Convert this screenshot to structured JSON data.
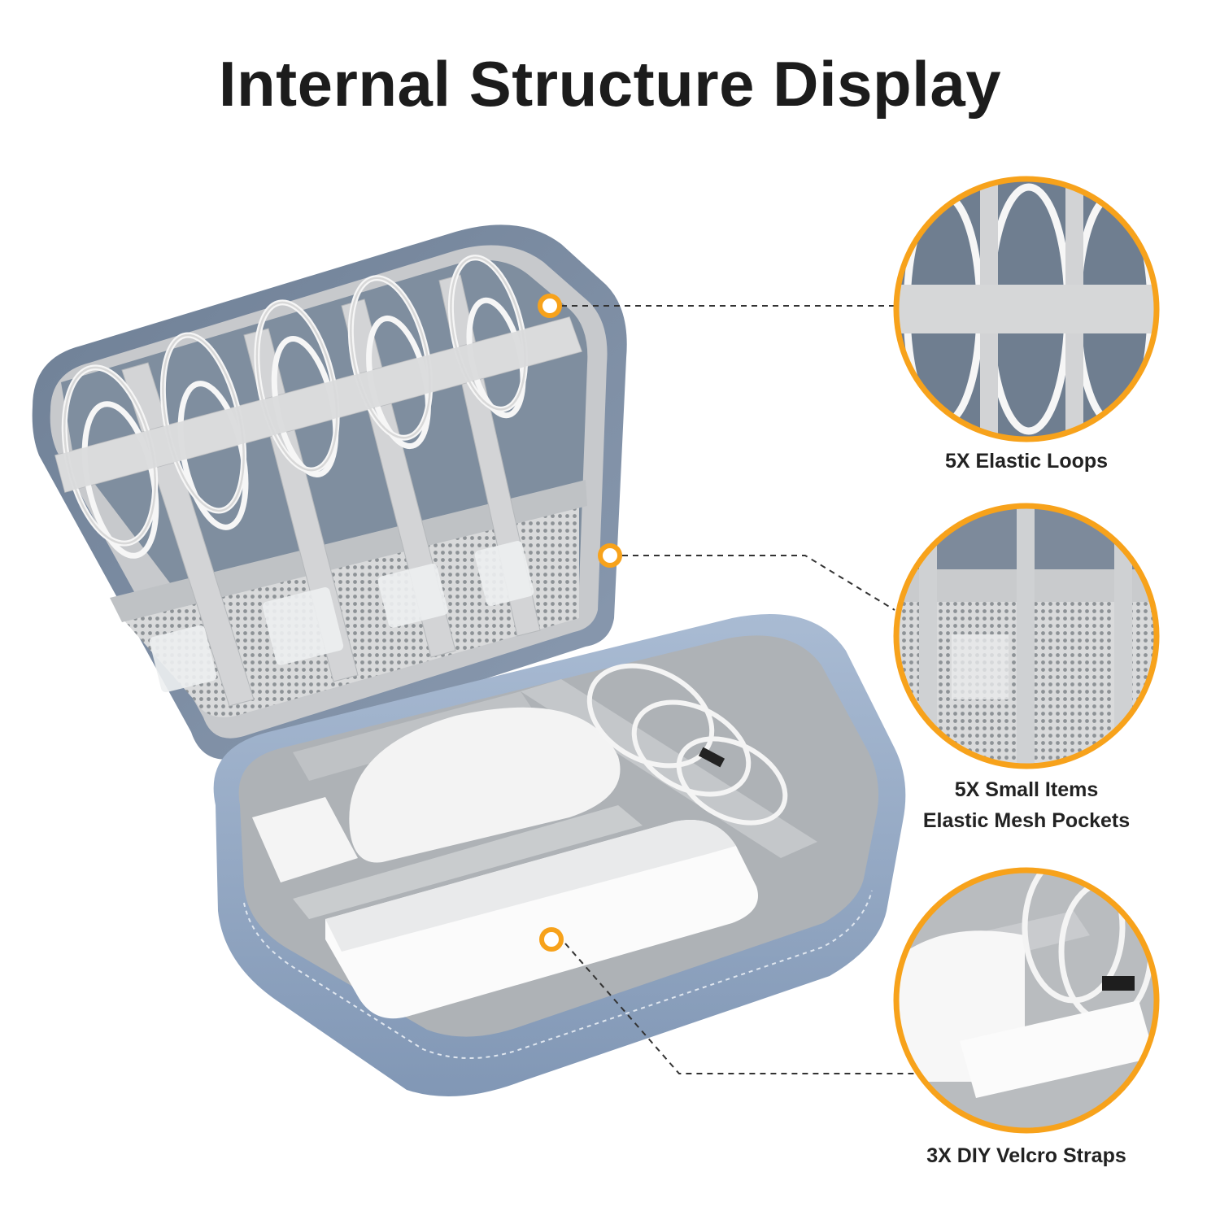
{
  "title": "Internal Structure Display",
  "accent_color": "#F7A21B",
  "case_color": "#93A8C4",
  "features": [
    {
      "name": "elastic-loops",
      "lines": [
        "5X Elastic Loops"
      ],
      "icon": "zoom-circle-elastic-loops"
    },
    {
      "name": "mesh-pockets",
      "lines": [
        "5X Small Items",
        "Elastic Mesh Pockets"
      ],
      "icon": "zoom-circle-mesh-pockets"
    },
    {
      "name": "velcro-straps",
      "lines": [
        "3X DIY Velcro Straps"
      ],
      "icon": "zoom-circle-velcro-straps"
    }
  ]
}
